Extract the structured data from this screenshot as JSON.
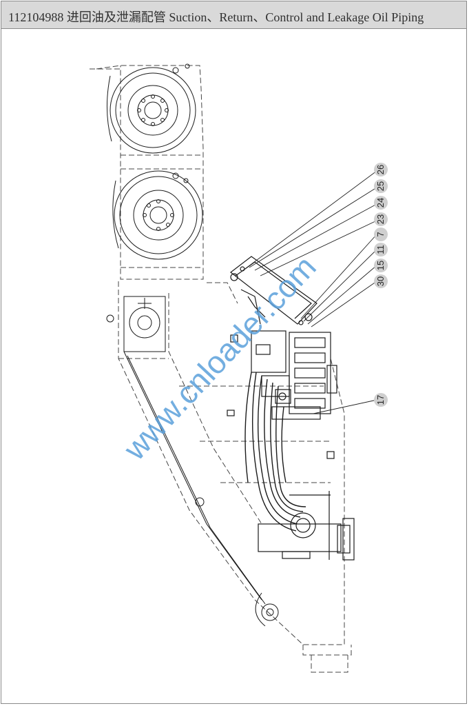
{
  "header": {
    "title": "112104988 进回油及泄漏配管 Suction、Return、Control and Leakage Oil Piping"
  },
  "callouts": [
    {
      "label": "26"
    },
    {
      "label": "25"
    },
    {
      "label": "24"
    },
    {
      "label": "23"
    },
    {
      "label": "7"
    },
    {
      "label": "11"
    },
    {
      "label": "15"
    },
    {
      "label": "30"
    },
    {
      "label": "17"
    }
  ],
  "watermark": {
    "text": "www.cnloader.com",
    "color": "#5aa0da"
  },
  "colors": {
    "title_bar": "#d9d9d9",
    "line": "#1a1a1a",
    "dashed_line": "#444444",
    "callout_fill": "#cfcfcf"
  }
}
